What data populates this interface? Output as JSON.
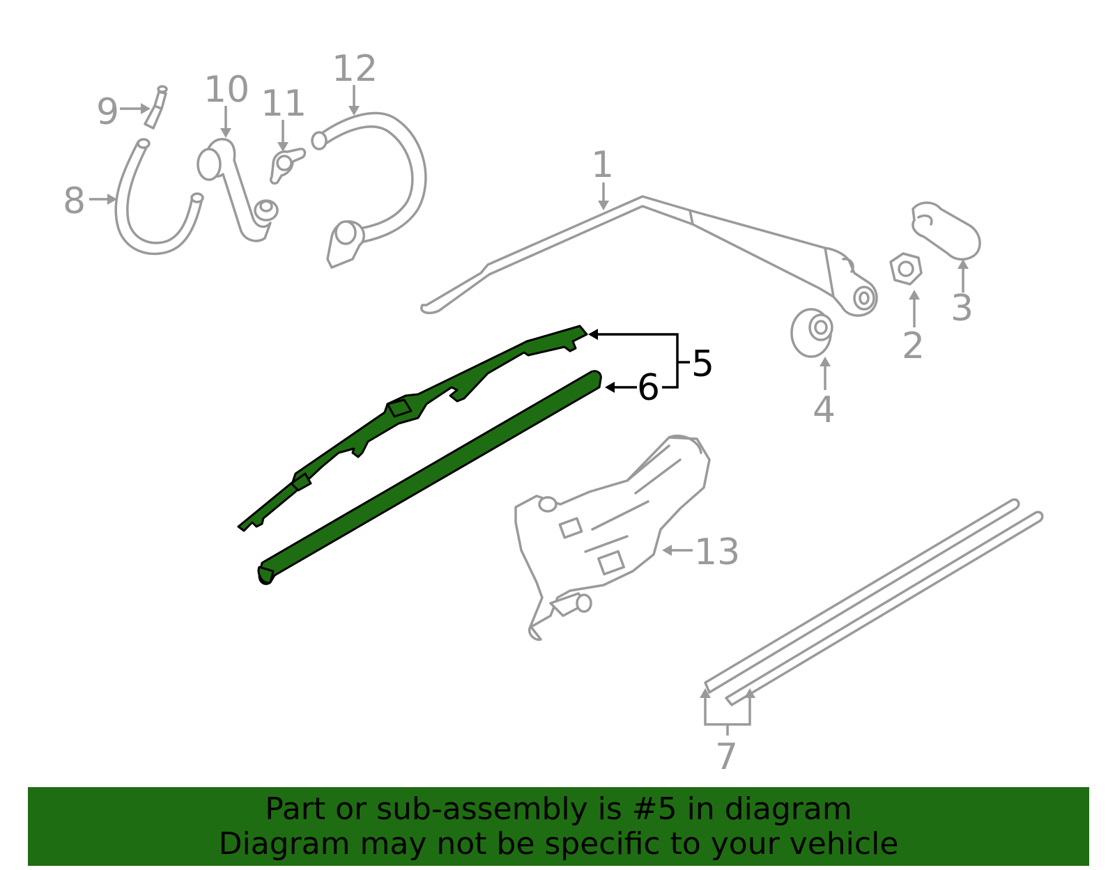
{
  "diagram": {
    "callouts": [
      {
        "id": "1",
        "label": "1"
      },
      {
        "id": "2",
        "label": "2"
      },
      {
        "id": "3",
        "label": "3"
      },
      {
        "id": "4",
        "label": "4"
      },
      {
        "id": "5",
        "label": "5"
      },
      {
        "id": "6",
        "label": "6"
      },
      {
        "id": "7",
        "label": "7"
      },
      {
        "id": "8",
        "label": "8"
      },
      {
        "id": "9",
        "label": "9"
      },
      {
        "id": "10",
        "label": "10"
      },
      {
        "id": "11",
        "label": "11"
      },
      {
        "id": "12",
        "label": "12"
      },
      {
        "id": "13",
        "label": "13"
      }
    ],
    "highlighted_callouts": [
      "5",
      "6"
    ],
    "colors": {
      "highlight": "#1f6d12",
      "part_outline": "#9a9a9a",
      "callout_active": "#000000"
    }
  },
  "banner": {
    "line1": "Part or sub-assembly is #5 in diagram",
    "line2": "Diagram may not be specific to your vehicle"
  }
}
